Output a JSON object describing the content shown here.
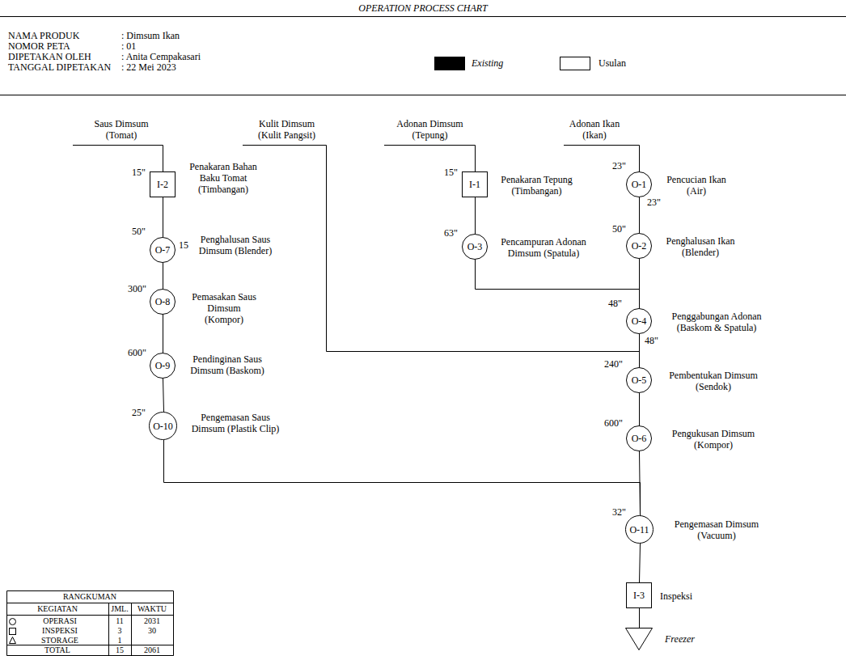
{
  "diagram": {
    "title": "OPERATION PROCESS CHART",
    "nodes": [
      {
        "text": [
          "I-2",
          "Penakaran Bahan Baku Tomat (Timbangan)"
        ]
      },
      {
        "text": [
          "O-7",
          "Penghalusan Saus Dimsum (Blender)"
        ]
      },
      {
        "text": [
          "O-8",
          "Pemasakan Saus Dimsum (Kompor)"
        ]
      },
      {
        "text": [
          "O-9",
          "Pendinginan Saus Dimsum (Baskom)"
        ]
      },
      {
        "text": [
          "O-10",
          "Pengemasan Saus Dimsum (Plastik Clip)"
        ]
      },
      {
        "text": [
          "I-1",
          "Penakaran Tepung (Timbangan)"
        ]
      },
      {
        "text": [
          "O-3",
          "Pencampuran Adonan Dimsum (Spatula)"
        ]
      },
      {
        "text": [
          "O-1",
          "Pencucian Ikan (Air)"
        ]
      },
      {
        "text": [
          "O-2",
          "Penghalusan Ikan (Blender)"
        ]
      },
      {
        "text": [
          "O-4",
          "Penggabungan Adonan (Baskom & Spatula)"
        ]
      },
      {
        "text": [
          "O-5",
          "Pembentukan Dimsum (Sendok)"
        ]
      },
      {
        "text": [
          "O-6",
          "Pengukusan Dimsum (Kompor)"
        ]
      },
      {
        "text": [
          "O-11",
          "Pengemasan Dimsum (Vacuum)"
        ]
      },
      {
        "text": [
          "I-3",
          "Inspeksi"
        ]
      },
      {
        "text": [
          "Freezer"
        ]
      }
    ],
    "edges": [
      {
        "from": 0,
        "to": 1,
        "arrow": "none"
      },
      {
        "from": 1,
        "to": 2,
        "arrow": "none"
      },
      {
        "from": 2,
        "to": 3,
        "arrow": "none"
      },
      {
        "from": 3,
        "to": 4,
        "arrow": "none"
      },
      {
        "from": 4,
        "to": 12,
        "arrow": "none"
      },
      {
        "from": 5,
        "to": 6,
        "arrow": "none"
      },
      {
        "from": 6,
        "to": 9,
        "arrow": "none"
      },
      {
        "from": 7,
        "to": 8,
        "arrow": "none"
      },
      {
        "from": 8,
        "to": 9,
        "arrow": "none"
      },
      {
        "from": 9,
        "to": 10,
        "arrow": "none"
      },
      {
        "from": 10,
        "to": 11,
        "arrow": "none"
      },
      {
        "from": 11,
        "to": 12,
        "arrow": "none"
      },
      {
        "from": 12,
        "to": 13,
        "arrow": "none"
      },
      {
        "from": 13,
        "to": 14,
        "arrow": "none"
      }
    ],
    "labels": [
      "NAMA PRODUK",
      ": Dimsum Ikan",
      "NOMOR PETA",
      ": 01",
      "DIPETAKAN OLEH",
      ": Anita Cempakasari",
      "TANGGAL DIPETAKAN",
      ": 22 Mei 2023",
      "Saus Dimsum (Tomat)",
      "Kulit Dimsum (Kulit Pangsit)",
      "Adonan Dimsum (Tepung)",
      "Adonan Ikan (Ikan)",
      "15\"",
      "50\"",
      "15",
      "300\"",
      "600\"",
      "25\"",
      "15\"",
      "63\"",
      "23\"",
      "23\"",
      "50\"",
      "48\"",
      "48\"",
      "240\"",
      "600\"",
      "32\"",
      "RANGKUMAN",
      "KEGIATAN",
      "JML.",
      "WAKTU",
      "OPERASI",
      "11",
      "2031",
      "INSPEKSI",
      "3",
      "30",
      "STORAGE",
      "1",
      "TOTAL",
      "15",
      "2061"
    ],
    "legend": [
      {
        "text": "Existing",
        "color": "#000000"
      },
      {
        "text": "Usulan",
        "color": "#ffffff"
      }
    ]
  }
}
